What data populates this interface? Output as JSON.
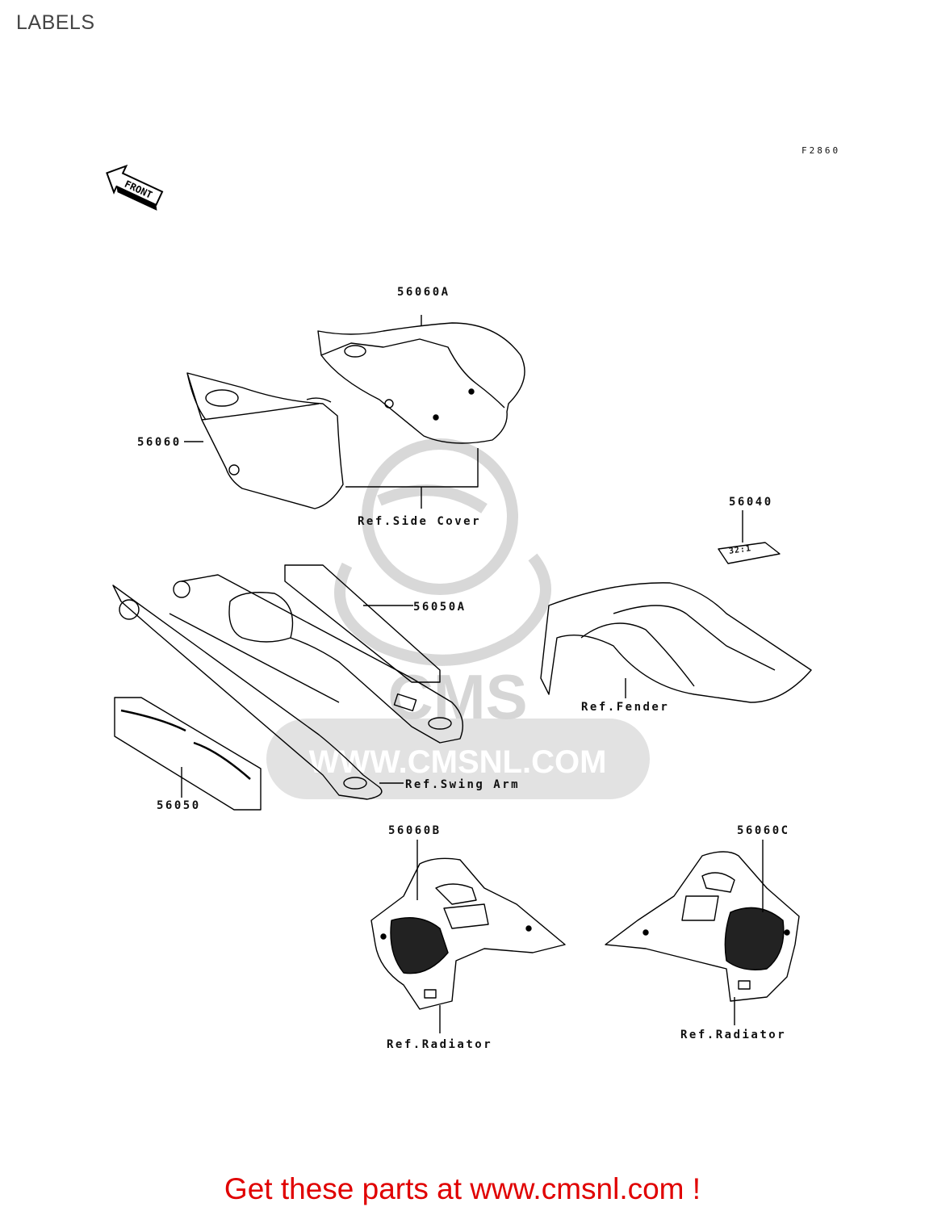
{
  "page": {
    "title": "LABELS"
  },
  "figure": {
    "code": "F2860",
    "front_label": "FRONT"
  },
  "callouts": {
    "p56060A": "56060A",
    "p56060": "56060",
    "ref_side_cover": "Ref.Side Cover",
    "p56040": "56040",
    "label_32_1": "32:1",
    "p56050A": "56050A",
    "ref_fender": "Ref.Fender",
    "ref_swing_arm": "Ref.Swing Arm",
    "p56050": "56050",
    "p56060B": "56060B",
    "p56060C": "56060C",
    "ref_radiator_left": "Ref.Radiator",
    "ref_radiator_right": "Ref.Radiator"
  },
  "watermark": {
    "logo": "CMS",
    "url": "WWW.CMSNL.COM"
  },
  "banner": {
    "text": "Get these parts at www.cmsnl.com !",
    "color": "#e00000"
  }
}
